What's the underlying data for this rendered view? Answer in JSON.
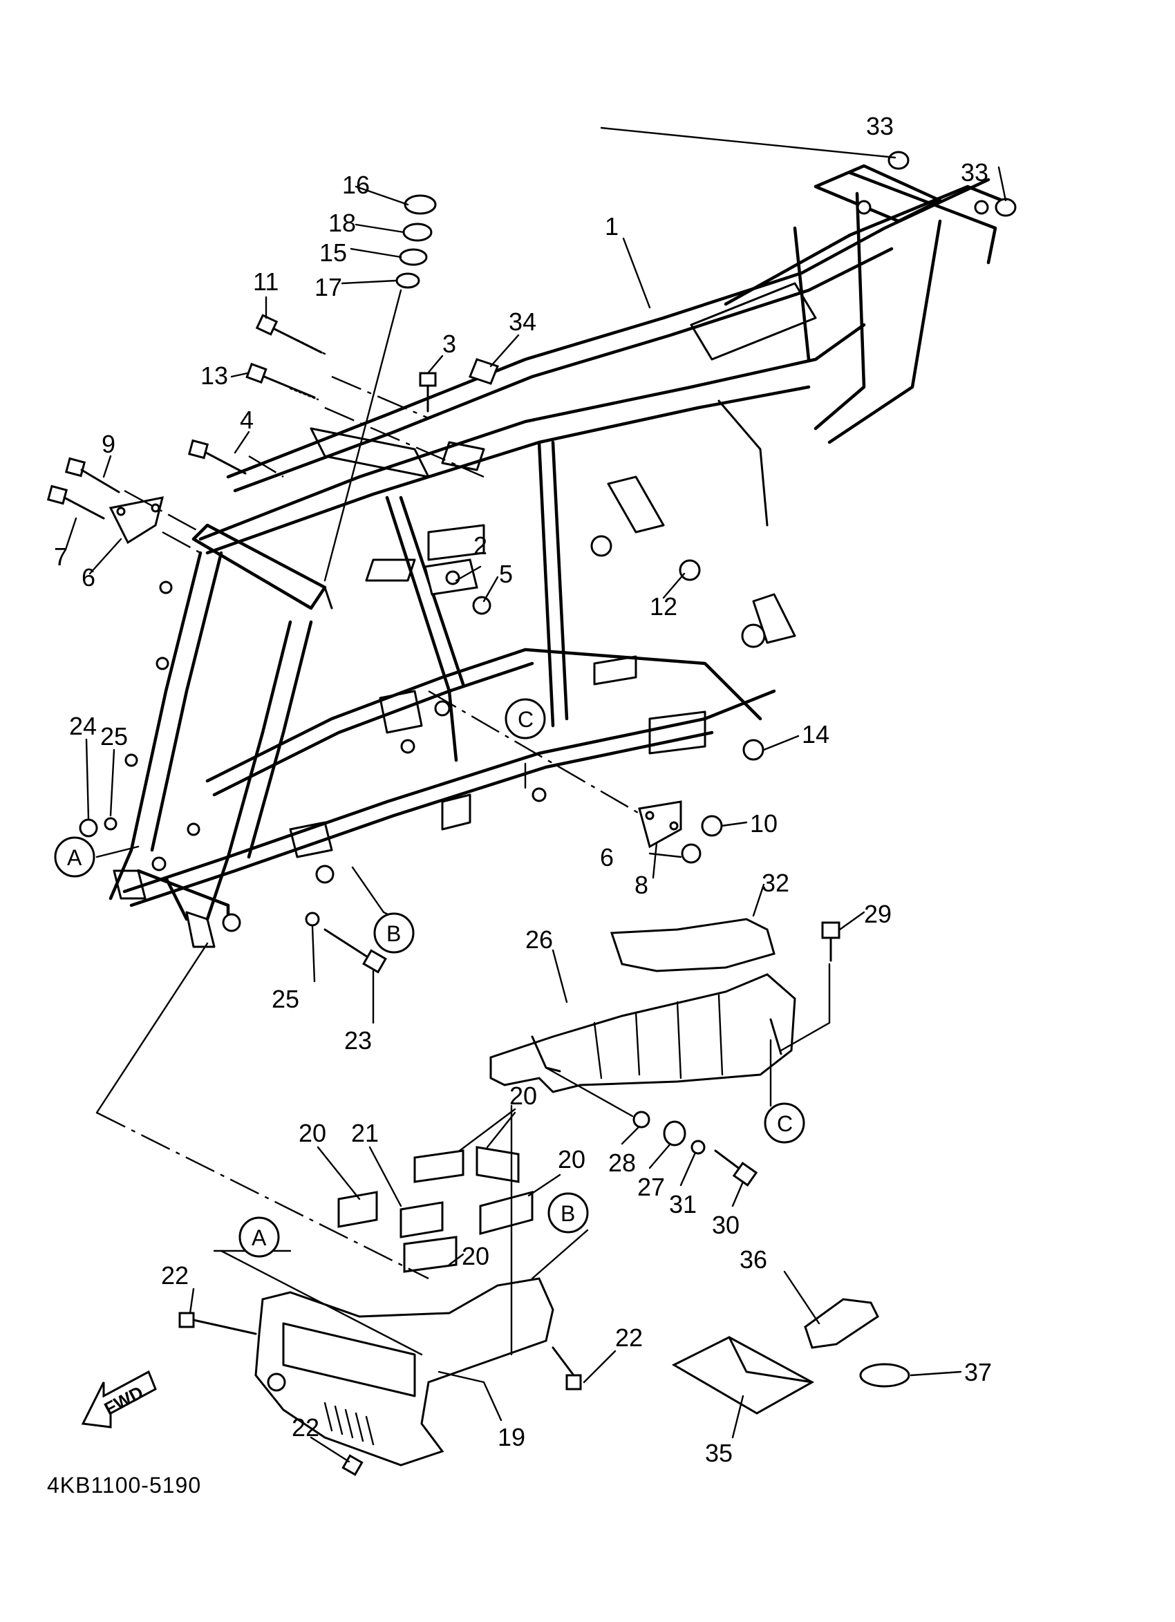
{
  "diagram": {
    "drawing_code": "4KB1100-5190",
    "fwd_label": "FWD",
    "callouts": [
      {
        "id": "c1",
        "text": "1"
      },
      {
        "id": "c2",
        "text": "2"
      },
      {
        "id": "c3",
        "text": "3"
      },
      {
        "id": "c4",
        "text": "4"
      },
      {
        "id": "c5",
        "text": "5"
      },
      {
        "id": "c6a",
        "text": "6"
      },
      {
        "id": "c6b",
        "text": "6"
      },
      {
        "id": "c7",
        "text": "7"
      },
      {
        "id": "c8",
        "text": "8"
      },
      {
        "id": "c9",
        "text": "9"
      },
      {
        "id": "c10",
        "text": "10"
      },
      {
        "id": "c11",
        "text": "11"
      },
      {
        "id": "c12",
        "text": "12"
      },
      {
        "id": "c13",
        "text": "13"
      },
      {
        "id": "c14",
        "text": "14"
      },
      {
        "id": "c15",
        "text": "15"
      },
      {
        "id": "c16",
        "text": "16"
      },
      {
        "id": "c17",
        "text": "17"
      },
      {
        "id": "c18",
        "text": "18"
      },
      {
        "id": "c19",
        "text": "19"
      },
      {
        "id": "c20a",
        "text": "20"
      },
      {
        "id": "c20b",
        "text": "20"
      },
      {
        "id": "c20c",
        "text": "20"
      },
      {
        "id": "c20d",
        "text": "20"
      },
      {
        "id": "c21",
        "text": "21"
      },
      {
        "id": "c22a",
        "text": "22"
      },
      {
        "id": "c22b",
        "text": "22"
      },
      {
        "id": "c22c",
        "text": "22"
      },
      {
        "id": "c23",
        "text": "23"
      },
      {
        "id": "c24",
        "text": "24"
      },
      {
        "id": "c25a",
        "text": "25"
      },
      {
        "id": "c25b",
        "text": "25"
      },
      {
        "id": "c26",
        "text": "26"
      },
      {
        "id": "c27",
        "text": "27"
      },
      {
        "id": "c28",
        "text": "28"
      },
      {
        "id": "c29",
        "text": "29"
      },
      {
        "id": "c30",
        "text": "30"
      },
      {
        "id": "c31",
        "text": "31"
      },
      {
        "id": "c32",
        "text": "32"
      },
      {
        "id": "c33a",
        "text": "33"
      },
      {
        "id": "c33b",
        "text": "33"
      },
      {
        "id": "c34",
        "text": "34"
      },
      {
        "id": "c35",
        "text": "35"
      },
      {
        "id": "c36",
        "text": "36"
      },
      {
        "id": "c37",
        "text": "37"
      }
    ],
    "reference_marks": [
      {
        "id": "rA1",
        "text": "A"
      },
      {
        "id": "rA2",
        "text": "A"
      },
      {
        "id": "rB1",
        "text": "B"
      },
      {
        "id": "rB2",
        "text": "B"
      },
      {
        "id": "rC1",
        "text": "C"
      },
      {
        "id": "rC2",
        "text": "C"
      }
    ]
  }
}
